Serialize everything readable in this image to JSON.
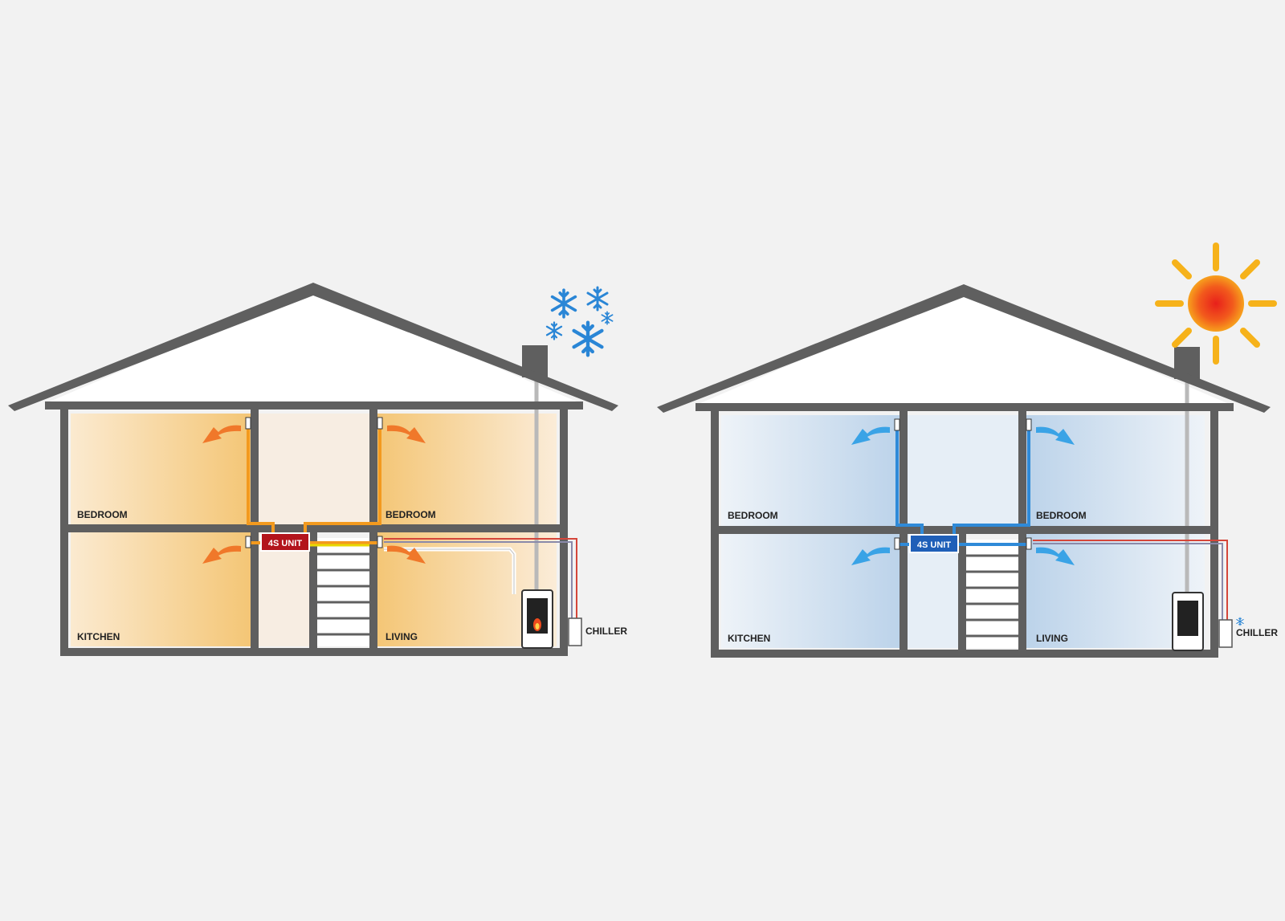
{
  "colors": {
    "background": "#f2f2f2",
    "wall": "#5f5f5f",
    "warm_fill": "#f2c478",
    "cool_fill": "#bcd4ec",
    "warm_unit": "#b3141c",
    "cool_unit": "#1f5fb8",
    "warm_duct": "#f39a1e",
    "cool_duct": "#2f8ad8",
    "sun": "#f6b21a",
    "snow": "#2a86d6"
  },
  "winter_house": {
    "weather_icon": "snowflakes-icon",
    "unit_label": "4S UNIT",
    "rooms": {
      "bedroom_left": "BEDROOM",
      "bedroom_right": "BEDROOM",
      "kitchen": "KITCHEN",
      "living": "LIVING"
    },
    "chiller_label": "CHILLER",
    "heater_icon": "stove-icon"
  },
  "summer_house": {
    "weather_icon": "sun-icon",
    "unit_label": "4S UNIT",
    "rooms": {
      "bedroom_left": "BEDROOM",
      "bedroom_right": "BEDROOM",
      "kitchen": "KITCHEN",
      "living": "LIVING"
    },
    "chiller_label": "CHILLER",
    "chiller_icon": "snowflake-icon",
    "heater_icon": "stove-icon"
  }
}
